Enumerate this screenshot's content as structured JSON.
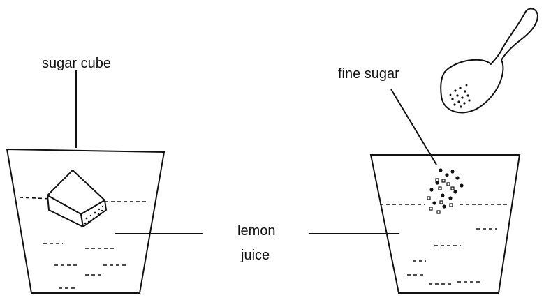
{
  "labels": {
    "sugar_cube": "sugar cube",
    "fine_sugar": "fine sugar",
    "lemon": "lemon",
    "juice": "juice"
  },
  "colors": {
    "ink": "#111111",
    "background": "#ffffff"
  }
}
